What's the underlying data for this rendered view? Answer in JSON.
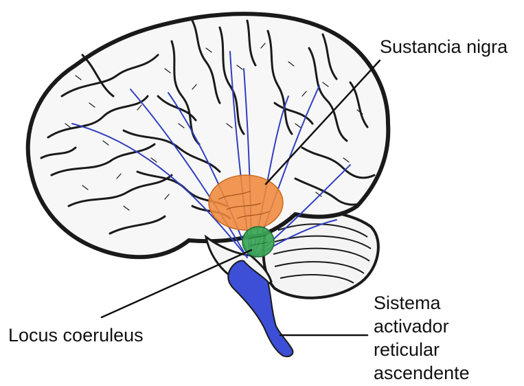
{
  "labels": {
    "sustancia_nigra": "Sustancia nigra",
    "locus_coeruleus": "Locus coeruleus",
    "sistema_lines": [
      "Sistema",
      "activador",
      "reticular",
      "ascendente"
    ]
  },
  "colors": {
    "brain_outline": "#1a1a1a",
    "pathway": "#2f3fbf",
    "sustancia_nigra": "#f08a3c",
    "locus_coeruleus": "#39a552",
    "brainstem": "#3c4fd6",
    "leader": "#111111"
  }
}
